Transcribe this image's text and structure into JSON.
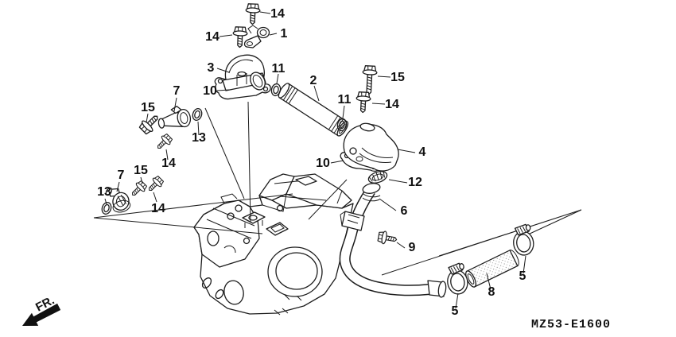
{
  "diagram": {
    "code": "MZ53-E1600",
    "direction_label": "FR.",
    "colors": {
      "line": "#1c1c1c",
      "text": "#111111",
      "background": "#ffffff"
    },
    "callouts": [
      {
        "part": "flange-bolt-top",
        "text": "14"
      },
      {
        "part": "stay-bracket",
        "text": "1"
      },
      {
        "part": "flange-bolt-cover",
        "text": "14"
      },
      {
        "part": "thermostat-cover",
        "text": "3"
      },
      {
        "part": "o-ring-pipe-left",
        "text": "11"
      },
      {
        "part": "joint-pipe",
        "text": "2"
      },
      {
        "part": "gasket-left",
        "text": "10"
      },
      {
        "part": "flange-bolt-right-long",
        "text": "15"
      },
      {
        "part": "flange-bolt-right",
        "text": "14"
      },
      {
        "part": "o-ring-pipe-right",
        "text": "11"
      },
      {
        "part": "elbow-joint",
        "text": "4"
      },
      {
        "part": "gasket-right",
        "text": "10"
      },
      {
        "part": "seal-ring",
        "text": "12"
      },
      {
        "part": "water-pipe",
        "text": "6"
      },
      {
        "part": "pipe-stay-bolt",
        "text": "9"
      },
      {
        "part": "hose-joint-upper",
        "text": "7"
      },
      {
        "part": "joint-bolt-upper-15",
        "text": "15"
      },
      {
        "part": "o-ring-joint-upper",
        "text": "13"
      },
      {
        "part": "joint-bolt-upper-14",
        "text": "14"
      },
      {
        "part": "hose-joint-lower",
        "text": "7"
      },
      {
        "part": "joint-bolt-lower-15",
        "text": "15"
      },
      {
        "part": "o-ring-joint-lower",
        "text": "13"
      },
      {
        "part": "joint-bolt-lower-14",
        "text": "14"
      },
      {
        "part": "hose-clamp-left",
        "text": "5"
      },
      {
        "part": "water-hose",
        "text": "8"
      },
      {
        "part": "hose-clamp-right",
        "text": "5"
      }
    ]
  }
}
